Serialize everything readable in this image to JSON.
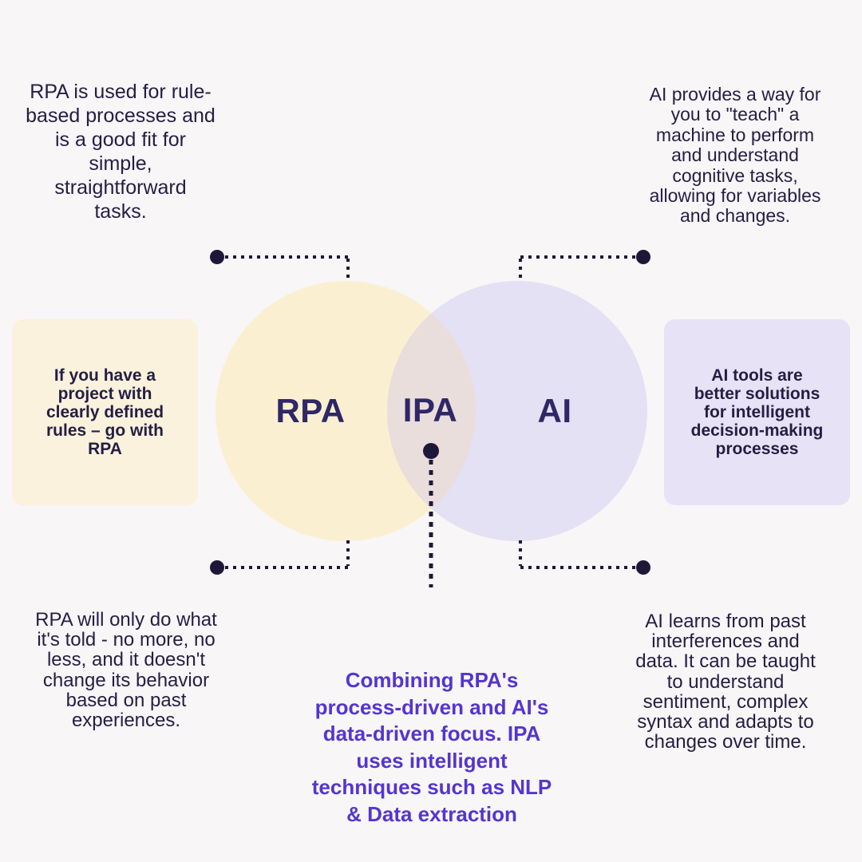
{
  "venn": {
    "left": {
      "label": "RPA",
      "fill": "#FAF0D1"
    },
    "right": {
      "label": "AI",
      "fill": "#E4E1F4"
    },
    "overlap": {
      "label": "IPA",
      "fill": "#E9DEDC"
    },
    "label_color": "#2F2766"
  },
  "callouts": {
    "rpa_top": "RPA is used for rule-\nbased processes and\nis a good fit for\nsimple,\nstraightforward\ntasks.",
    "ai_top": "AI provides a way for\nyou to \"teach\" a\nmachine to perform\nand understand\ncognitive tasks,\nallowing for variables\nand changes.",
    "rpa_card": "If you have a\nproject with\nclearly defined\nrules – go with\nRPA",
    "ai_card": "AI tools are\nbetter solutions\nfor intelligent\ndecision-making\nprocesses",
    "rpa_bottom": "RPA will only do what\nit's told - no more, no\nless, and it doesn't\nchange its behavior\nbased on past\nexperiences.",
    "ai_bottom": "AI learns from past\ninterferences and\ndata. It can be taught\nto understand\nsentiment, complex\nsyntax and adapts to\nchanges over time.",
    "ipa_bottom": "Combining RPA's\nprocess-driven and AI's\ndata-driven focus. IPA\nuses intelligent\ntechniques such as NLP\n& Data extraction"
  },
  "colors": {
    "background": "#F8F6F7",
    "text_dark": "#241E44",
    "accent_purple": "#5336CE",
    "card_cream": "#FAF2DC",
    "card_lavender": "#E7E2F6",
    "connector": "#1E1838"
  }
}
